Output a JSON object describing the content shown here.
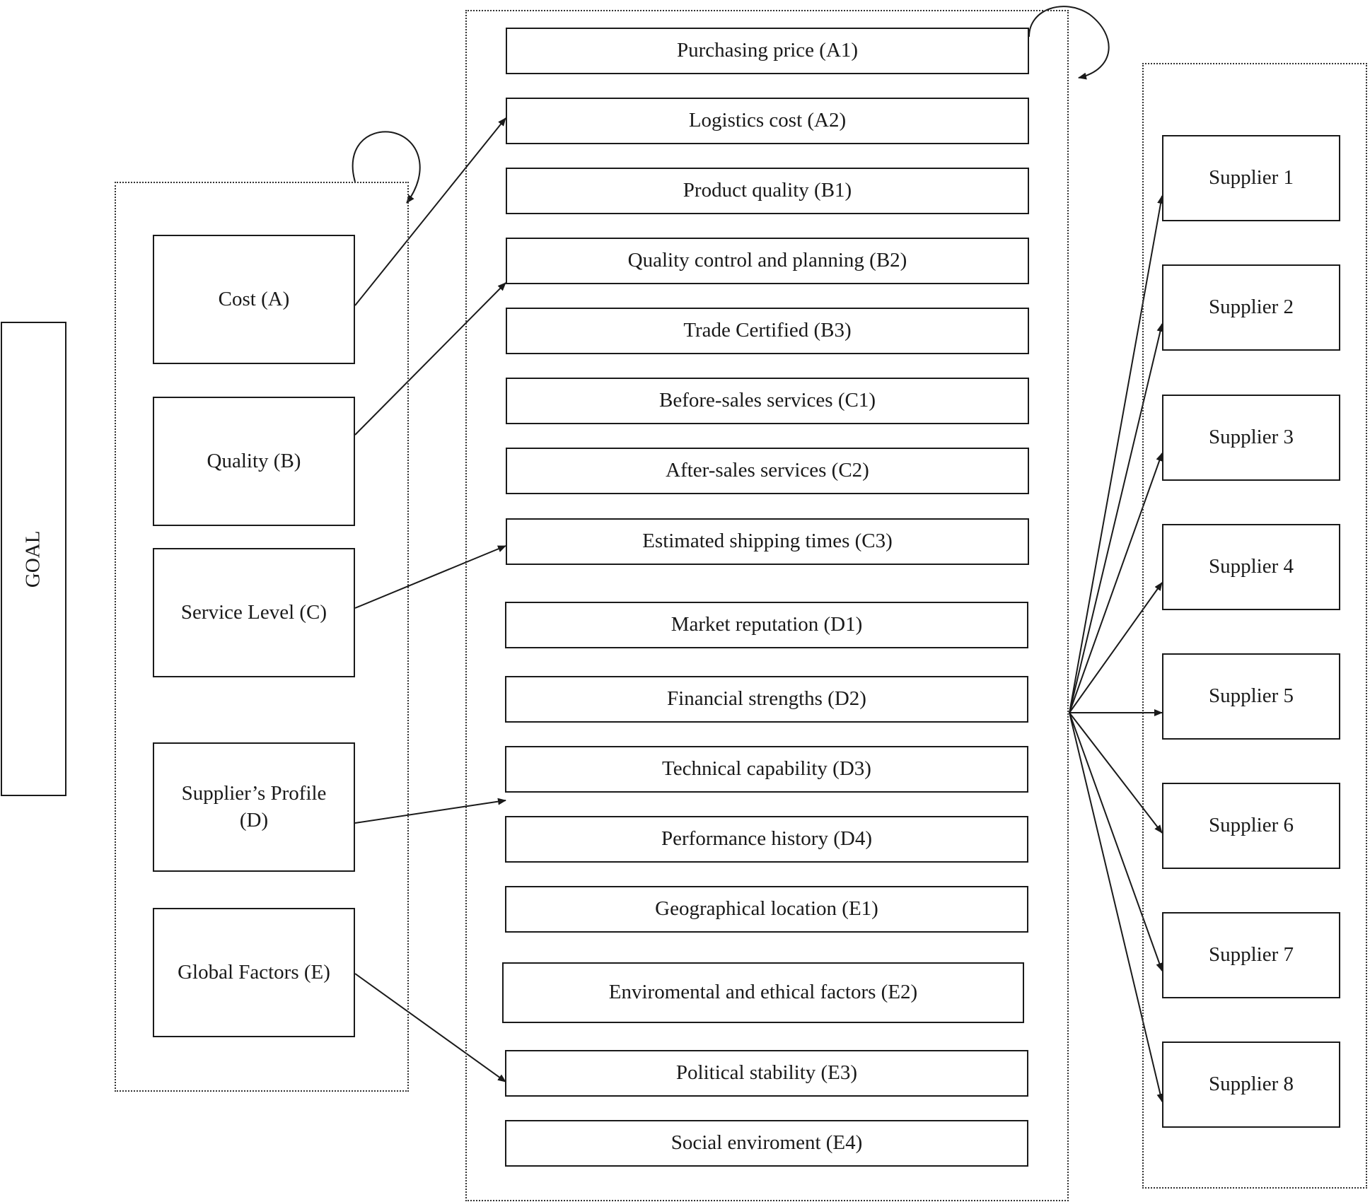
{
  "goal": "GOAL",
  "criteria": [
    {
      "label": "Cost (A)"
    },
    {
      "label": "Quality (B)"
    },
    {
      "label": "Service Level (C)"
    },
    {
      "label": "Supplier’s Profile\n(D)"
    },
    {
      "label": "Global Factors (E)"
    }
  ],
  "subcriteria": [
    {
      "label": "Purchasing price (A1)"
    },
    {
      "label": "Logistics cost  (A2)"
    },
    {
      "label": "Product quality (B1)"
    },
    {
      "label": "Quality control and planning (B2)"
    },
    {
      "label": "Trade Certified (B3)"
    },
    {
      "label": "Before-sales services (C1)"
    },
    {
      "label": "After-sales services (C2)"
    },
    {
      "label": "Estimated shipping times (C3)"
    },
    {
      "label": "Market reputation (D1)"
    },
    {
      "label": "Financial strengths (D2)"
    },
    {
      "label": "Technical capability (D3)"
    },
    {
      "label": "Performance history (D4)"
    },
    {
      "label": "Geographical location (E1)"
    },
    {
      "label": "Enviromental and ethical factors (E2)"
    },
    {
      "label": "Political stability (E3)"
    },
    {
      "label": "Social enviroment (E4)"
    }
  ],
  "alternatives": [
    {
      "label": "Supplier 1"
    },
    {
      "label": "Supplier 2"
    },
    {
      "label": "Supplier 3"
    },
    {
      "label": "Supplier 4"
    },
    {
      "label": "Supplier 5"
    },
    {
      "label": "Supplier 6"
    },
    {
      "label": "Supplier 7"
    },
    {
      "label": "Supplier 8"
    }
  ]
}
